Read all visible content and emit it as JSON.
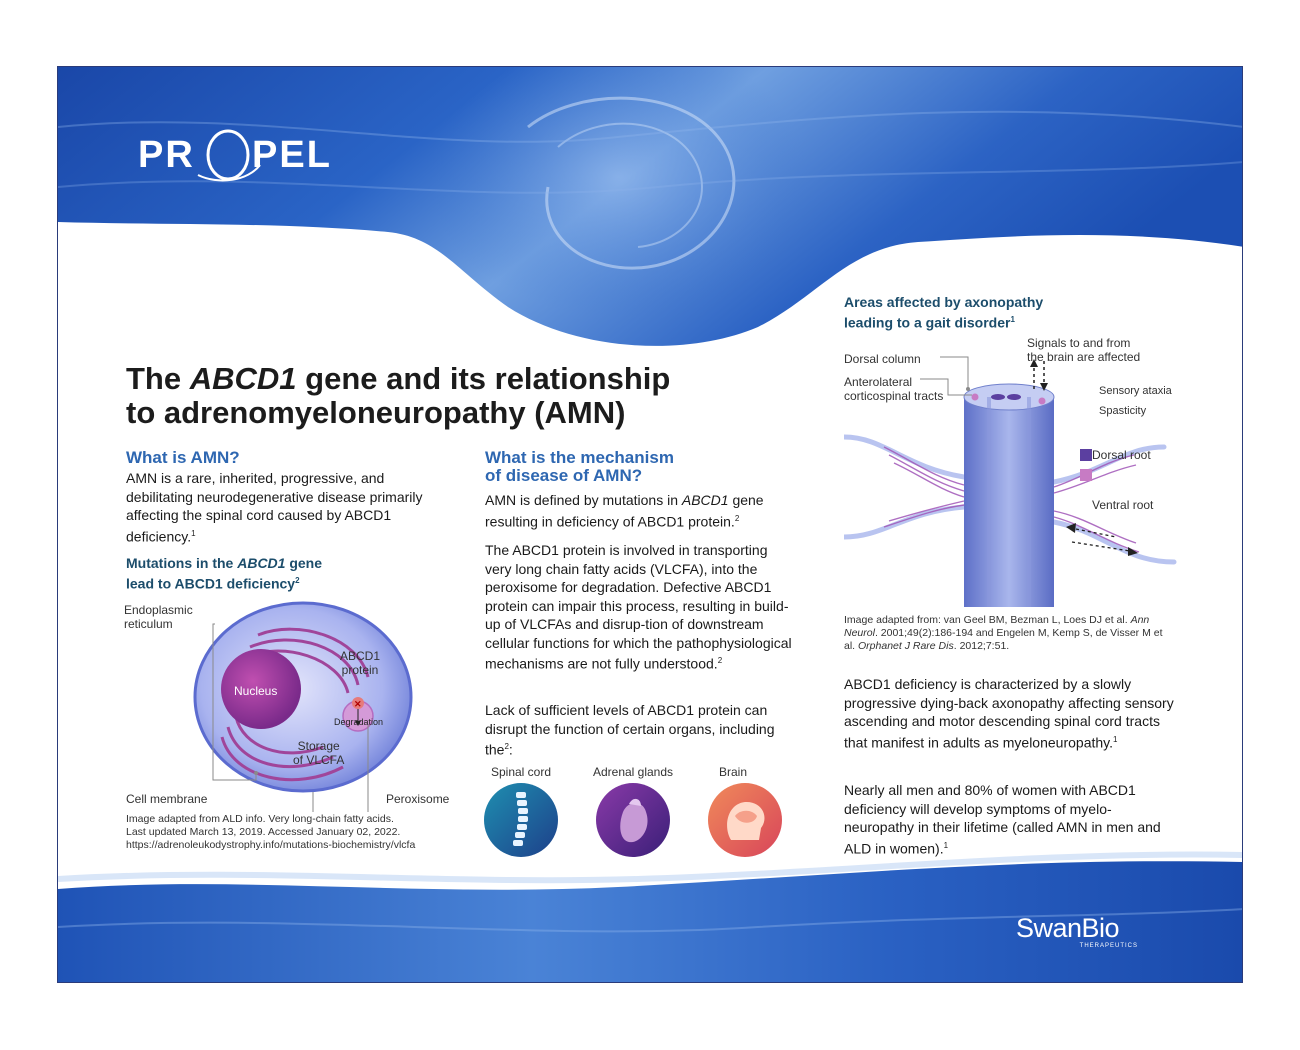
{
  "header": {
    "logo_text": "PROPEL"
  },
  "title": {
    "line1_pre": "The ",
    "line1_gene": "ABCD1",
    "line1_post": " gene and its relationship",
    "line2": "to adrenomyeloneuropathy (AMN)"
  },
  "what_is_amn": {
    "heading": "What is AMN?",
    "body": "AMN is a rare, inherited, progressive, and debilitating neurodegenerative disease primarily affecting the spinal cord caused by ABCD1 deficiency.",
    "body_ref": "1"
  },
  "mutations": {
    "heading_pre": "Mutations in the ",
    "heading_gene": "ABCD1",
    "heading_post": " gene",
    "heading_line2": "lead to ABCD1 deficiency",
    "heading_ref": "2",
    "diagram": {
      "endoplasmic": "Endoplasmic",
      "reticulum": "reticulum",
      "nucleus": "Nucleus",
      "abcd1": "ABCD1",
      "protein": "protein",
      "degradation": "Degradation",
      "storage": "Storage",
      "of_vlcfa": "of VLCFA",
      "cell_membrane": "Cell membrane",
      "peroxisome": "Peroxisome"
    },
    "credit_line1": "Image adapted from ALD info. Very long-chain fatty acids.",
    "credit_line2": "Last updated March 13, 2019. Accessed January 02, 2022.",
    "credit_line3": "https://adrenoleukodystrophy.info/mutations-biochemistry/vlcfa"
  },
  "mechanism": {
    "heading_line1": "What is the mechanism",
    "heading_line2": "of disease of AMN?",
    "p1_pre": "AMN is defined by mutations in ",
    "p1_gene": "ABCD1",
    "p1_post": " gene resulting in deficiency of ABCD1 protein.",
    "p1_ref": "2",
    "p2": "The ABCD1 protein is involved in transporting very long chain fatty acids (VLCFA), into the peroxisome for degradation. Defective ABCD1 protein can impair this process, resulting in build-up of VLCFAs and disrup-tion of downstream cellular functions for which the pathophysiological mechanisms are not fully understood.",
    "p2_ref": "2",
    "p3": "Lack of sufficient levels of ABCD1 protein can disrupt the function of certain organs, including the",
    "p3_ref": "2",
    "p3_end": ":",
    "organs": [
      "Spinal cord",
      "Adrenal glands",
      "Brain"
    ]
  },
  "axonopathy": {
    "heading_line1": "Areas affected by axonopathy",
    "heading_line2": "leading to a gait disorder",
    "heading_ref": "1",
    "labels": {
      "dorsal_column": "Dorsal column",
      "anterolateral": "Anterolateral",
      "corticospinal": "corticospinal tracts",
      "signals_line1": "Signals to and from",
      "signals_line2": "the brain are affected",
      "dorsal_root": "Dorsal root",
      "ventral_root": "Ventral root"
    },
    "legend": [
      {
        "label": "Sensory ataxia",
        "color": "#5b3fa0"
      },
      {
        "label": "Spasticity",
        "color": "#c77bc4"
      }
    ],
    "credit_line1_pre": "Image adapted from: van Geel BM, Bezman L, Loes DJ et al. ",
    "credit_line1_journal": "Ann",
    "credit_line2_journal": "Neurol",
    "credit_line2_rest": ". 2001;49(2):186-194 and Engelen M, Kemp S, de Visser M et",
    "credit_line3_pre": "al. ",
    "credit_line3_journal": "Orphanet J Rare Dis",
    "credit_line3_rest": ". 2012;7:51.",
    "p1": "ABCD1 deficiency is characterized by a slowly progressive dying-back axonopathy affecting sensory ascending and motor descending spinal cord tracts that manifest in adults as myeloneuropathy.",
    "p1_ref": "1",
    "p2": "Nearly all men and 80% of women with ABCD1 deficiency will develop symptoms of myelo-neuropathy in their lifetime (called AMN in men and ALD in women).",
    "p2_ref": "1"
  },
  "footer": {
    "logo_text": "SwanBio",
    "logo_sub": "THERAPEUTICS"
  },
  "colors": {
    "brand_blue": "#2e67b1",
    "teal_heading": "#1c4d6b",
    "wave_dark": "#1c4fb3",
    "wave_light": "#6fa0e0"
  }
}
